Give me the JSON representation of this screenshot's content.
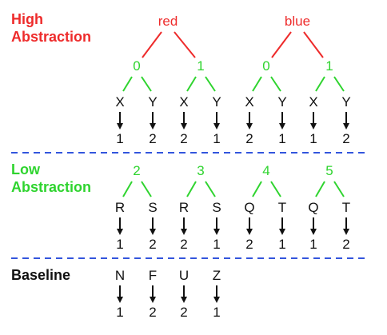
{
  "colors": {
    "high": "#ee2b2b",
    "low": "#2fd42f",
    "baseline": "#111111",
    "divider": "#3355dd",
    "arrow": "#111111"
  },
  "sections": {
    "high": {
      "label_line1": "High",
      "label_line2": "Abstraction",
      "roots": [
        "red",
        "blue"
      ],
      "mids": [
        "0",
        "1",
        "0",
        "1"
      ],
      "leaves": [
        "X",
        "Y",
        "X",
        "Y",
        "X",
        "Y",
        "X",
        "Y"
      ],
      "values": [
        "1",
        "2",
        "2",
        "1",
        "2",
        "1",
        "1",
        "2"
      ]
    },
    "low": {
      "label_line1": "Low",
      "label_line2": "Abstraction",
      "mids": [
        "2",
        "3",
        "4",
        "5"
      ],
      "leaves": [
        "R",
        "S",
        "R",
        "S",
        "Q",
        "T",
        "Q",
        "T"
      ],
      "values": [
        "1",
        "2",
        "2",
        "1",
        "2",
        "1",
        "1",
        "2"
      ]
    },
    "baseline": {
      "label": "Baseline",
      "leaves": [
        "N",
        "F",
        "U",
        "Z"
      ],
      "values": [
        "1",
        "2",
        "2",
        "1"
      ]
    }
  }
}
